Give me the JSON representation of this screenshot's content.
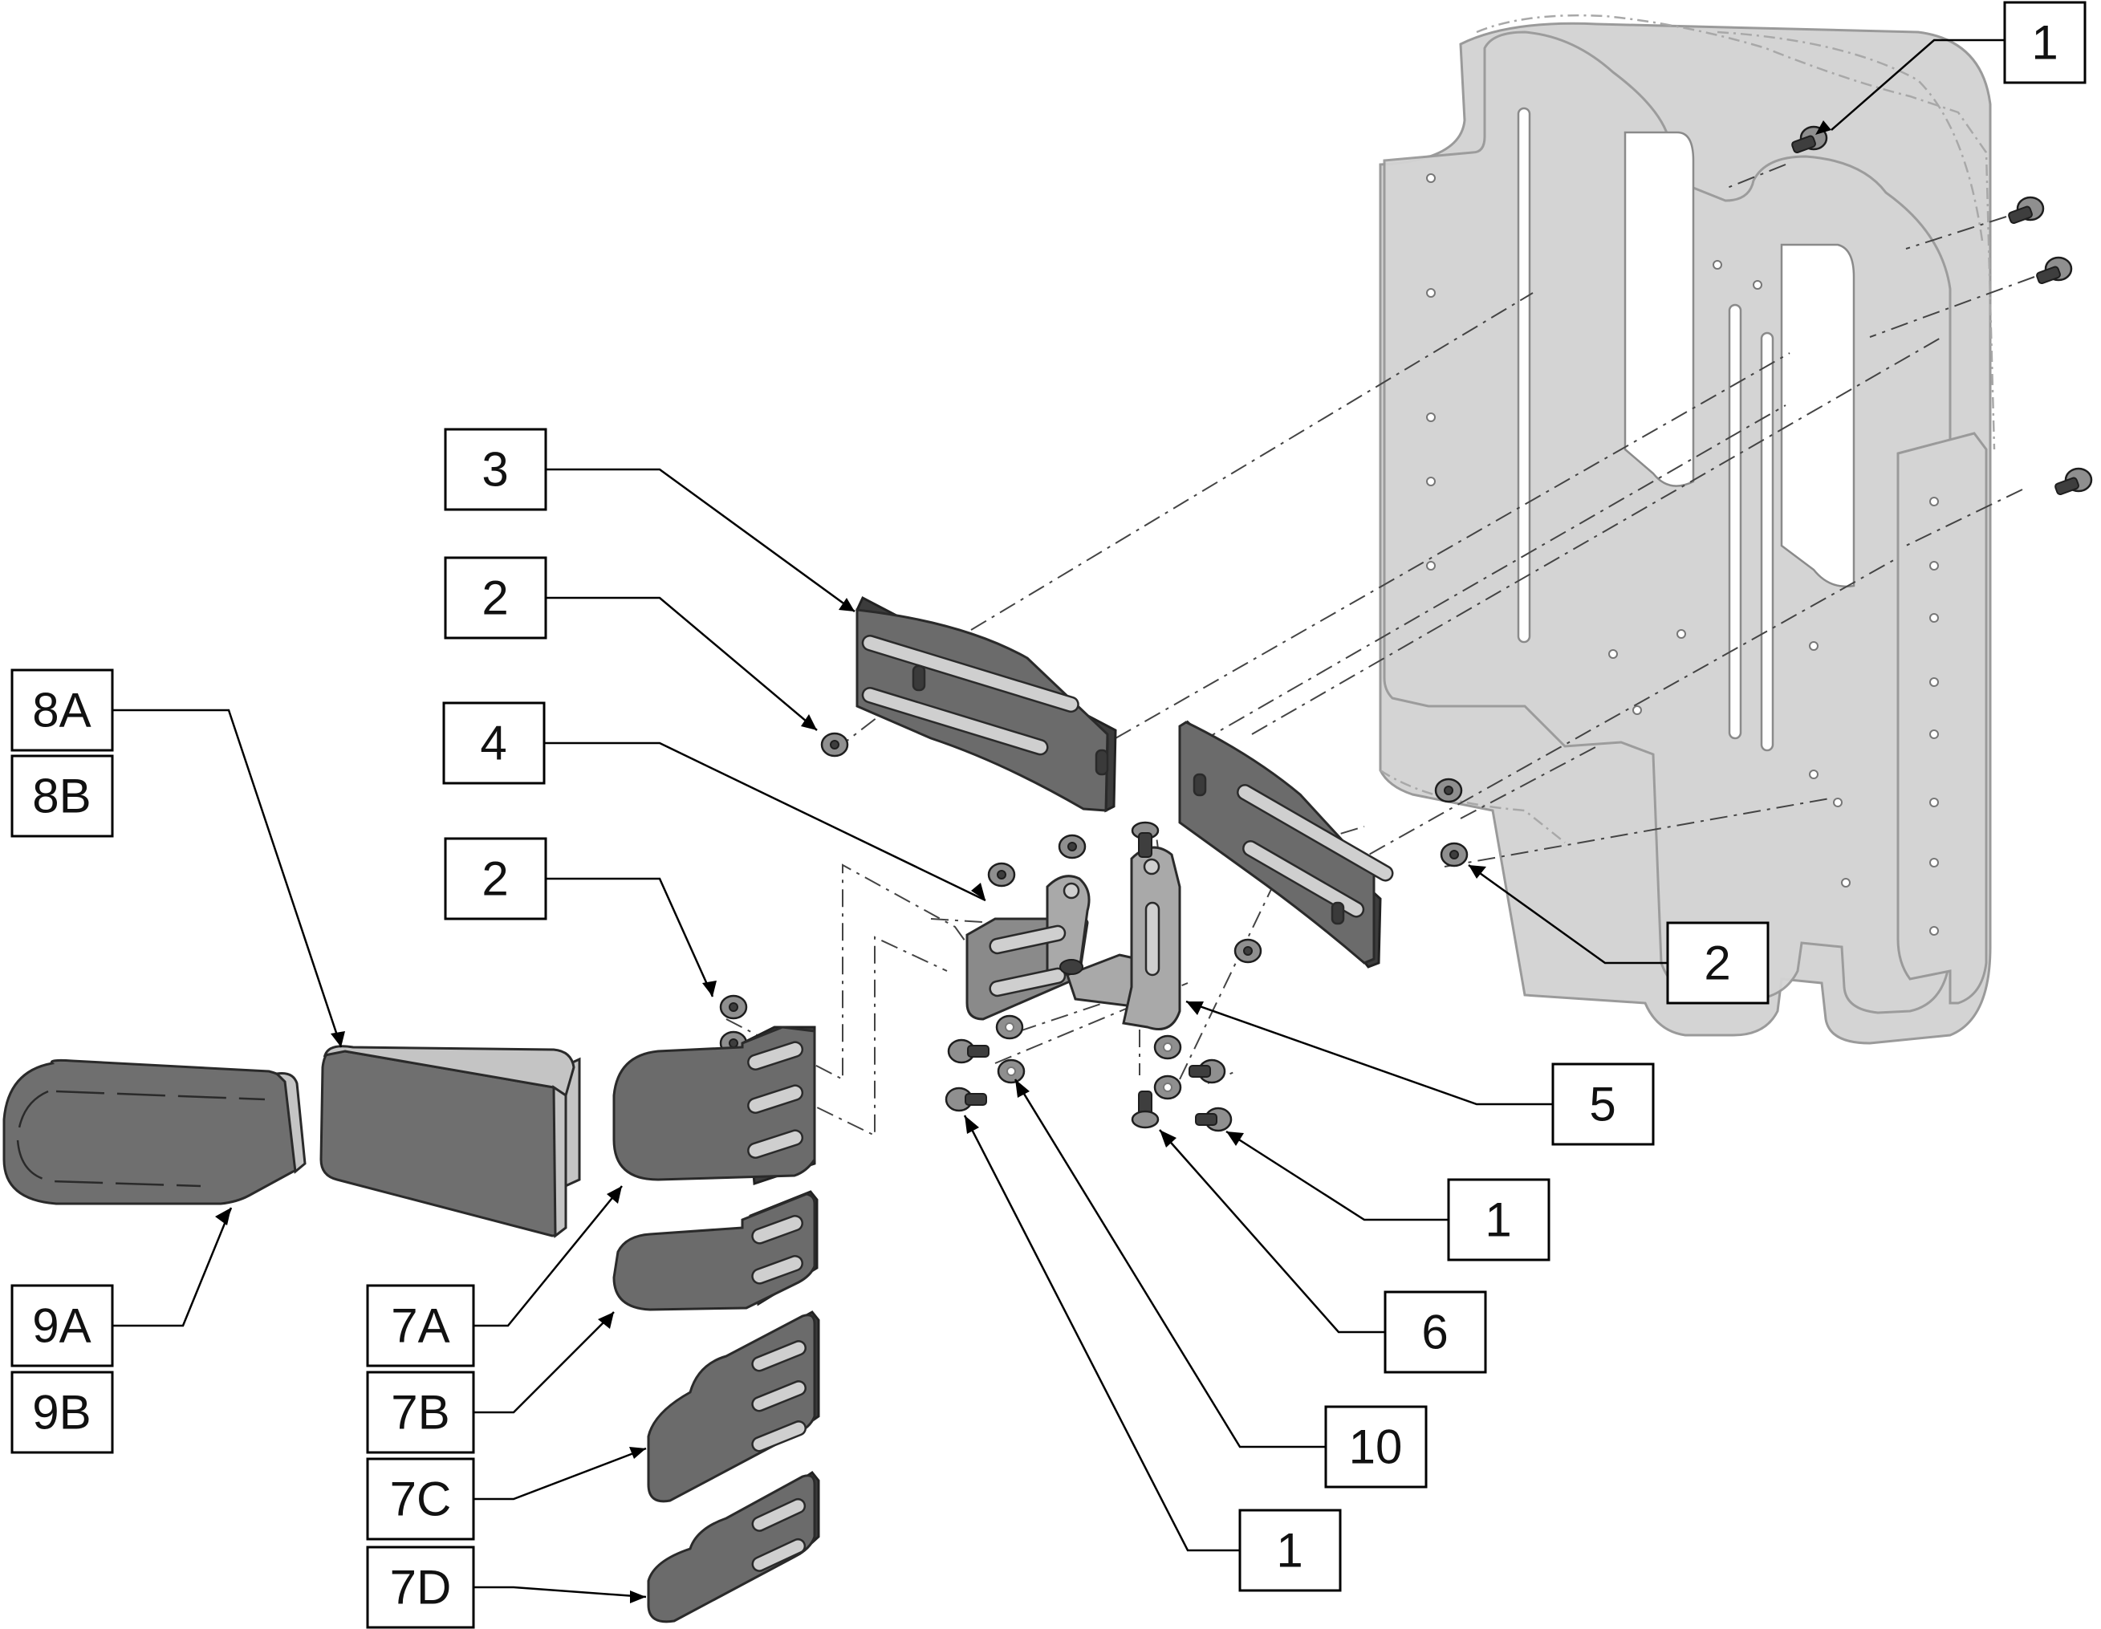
{
  "callouts": [
    {
      "id": "c1a",
      "label": "1"
    },
    {
      "id": "c3",
      "label": "3"
    },
    {
      "id": "c2a",
      "label": "2"
    },
    {
      "id": "c8a",
      "label": "8A"
    },
    {
      "id": "c8b",
      "label": "8B"
    },
    {
      "id": "c4",
      "label": "4"
    },
    {
      "id": "c2b",
      "label": "2"
    },
    {
      "id": "c2c",
      "label": "2"
    },
    {
      "id": "c5",
      "label": "5"
    },
    {
      "id": "c1b",
      "label": "1"
    },
    {
      "id": "c9a",
      "label": "9A"
    },
    {
      "id": "c9b",
      "label": "9B"
    },
    {
      "id": "c7a",
      "label": "7A"
    },
    {
      "id": "c6",
      "label": "6"
    },
    {
      "id": "c7b",
      "label": "7B"
    },
    {
      "id": "c10",
      "label": "10"
    },
    {
      "id": "c7c",
      "label": "7C"
    },
    {
      "id": "c1c",
      "label": "1"
    },
    {
      "id": "c7d",
      "label": "7D"
    }
  ]
}
